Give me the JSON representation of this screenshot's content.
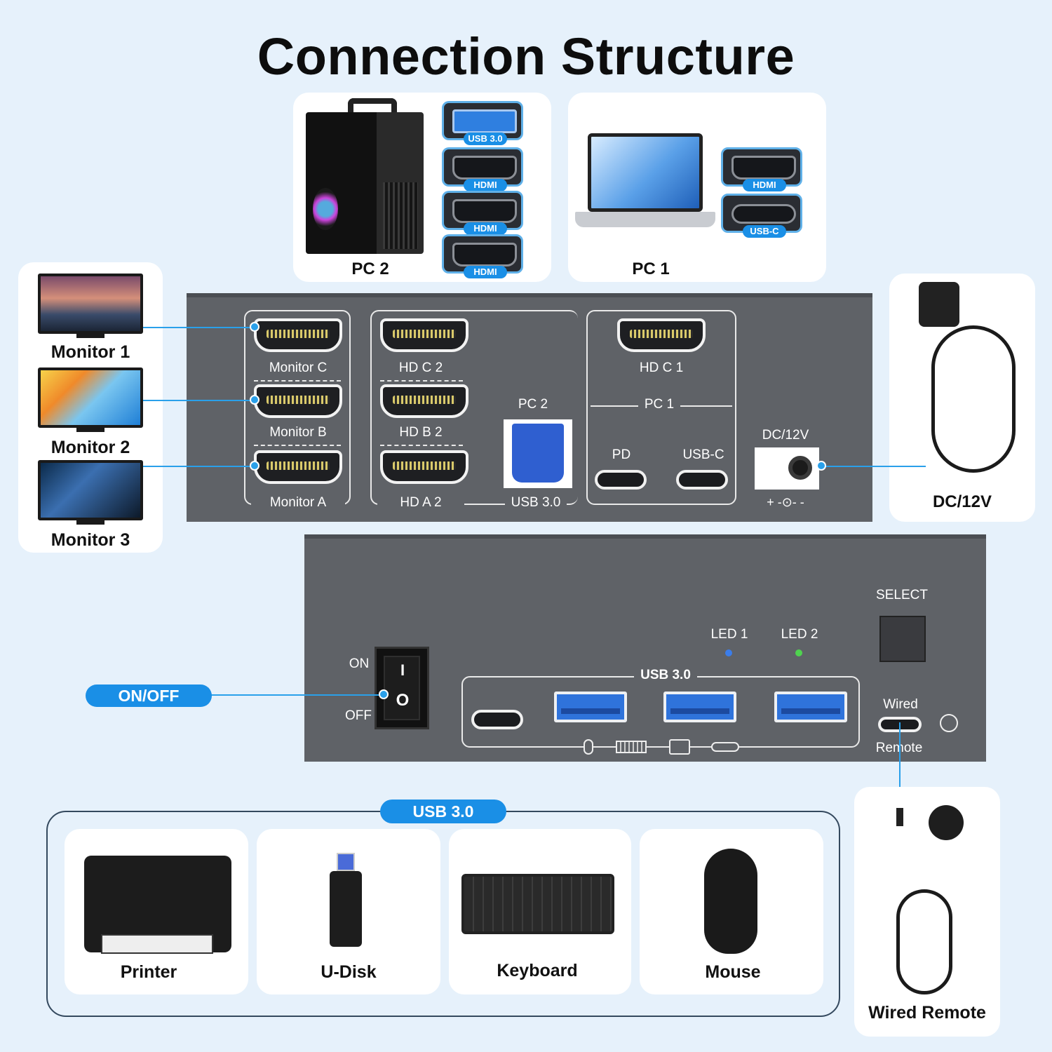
{
  "title": "Connection Structure",
  "pc2": {
    "label": "PC 2",
    "ports": [
      "USB 3.0",
      "HDMI",
      "HDMI",
      "HDMI"
    ]
  },
  "pc1": {
    "label": "PC 1",
    "ports": [
      "HDMI",
      "USB-C"
    ]
  },
  "monitors": [
    "Monitor 1",
    "Monitor 2",
    "Monitor 3"
  ],
  "power_card": {
    "label": "DC/12V"
  },
  "front_panel": {
    "monitor_ports": [
      "Monitor C",
      "Monitor B",
      "Monitor A"
    ],
    "pc2_ports": [
      "HD  C 2",
      "HD  B 2",
      "HD  A 2"
    ],
    "pc2_group": "PC 2",
    "usb30_label": "USB 3.0",
    "pc1_hd": "HD  C 1",
    "pc1_group": "PC 1",
    "pd_label": "PD",
    "usbc_label": "USB-C",
    "dc_label": "DC/12V",
    "polarity": "+ -⊙- -"
  },
  "back_panel": {
    "on_label": "ON",
    "off_label": "OFF",
    "switch_on_symbol": "I",
    "switch_off_symbol": "O",
    "usb_label": "USB 3.0",
    "led1": "LED 1",
    "led2": "LED 2",
    "select": "SELECT",
    "wired": "Wired",
    "remote": "Remote",
    "colors": {
      "led1": "#3b7dea",
      "led2": "#4fd34f"
    }
  },
  "onoff_badge": "ON/OFF",
  "usb_badge": "USB 3.0",
  "devices": [
    "Printer",
    "U-Disk",
    "Keyboard",
    "Mouse"
  ],
  "wired_remote": "Wired Remote",
  "accent": "#1a8fe6"
}
